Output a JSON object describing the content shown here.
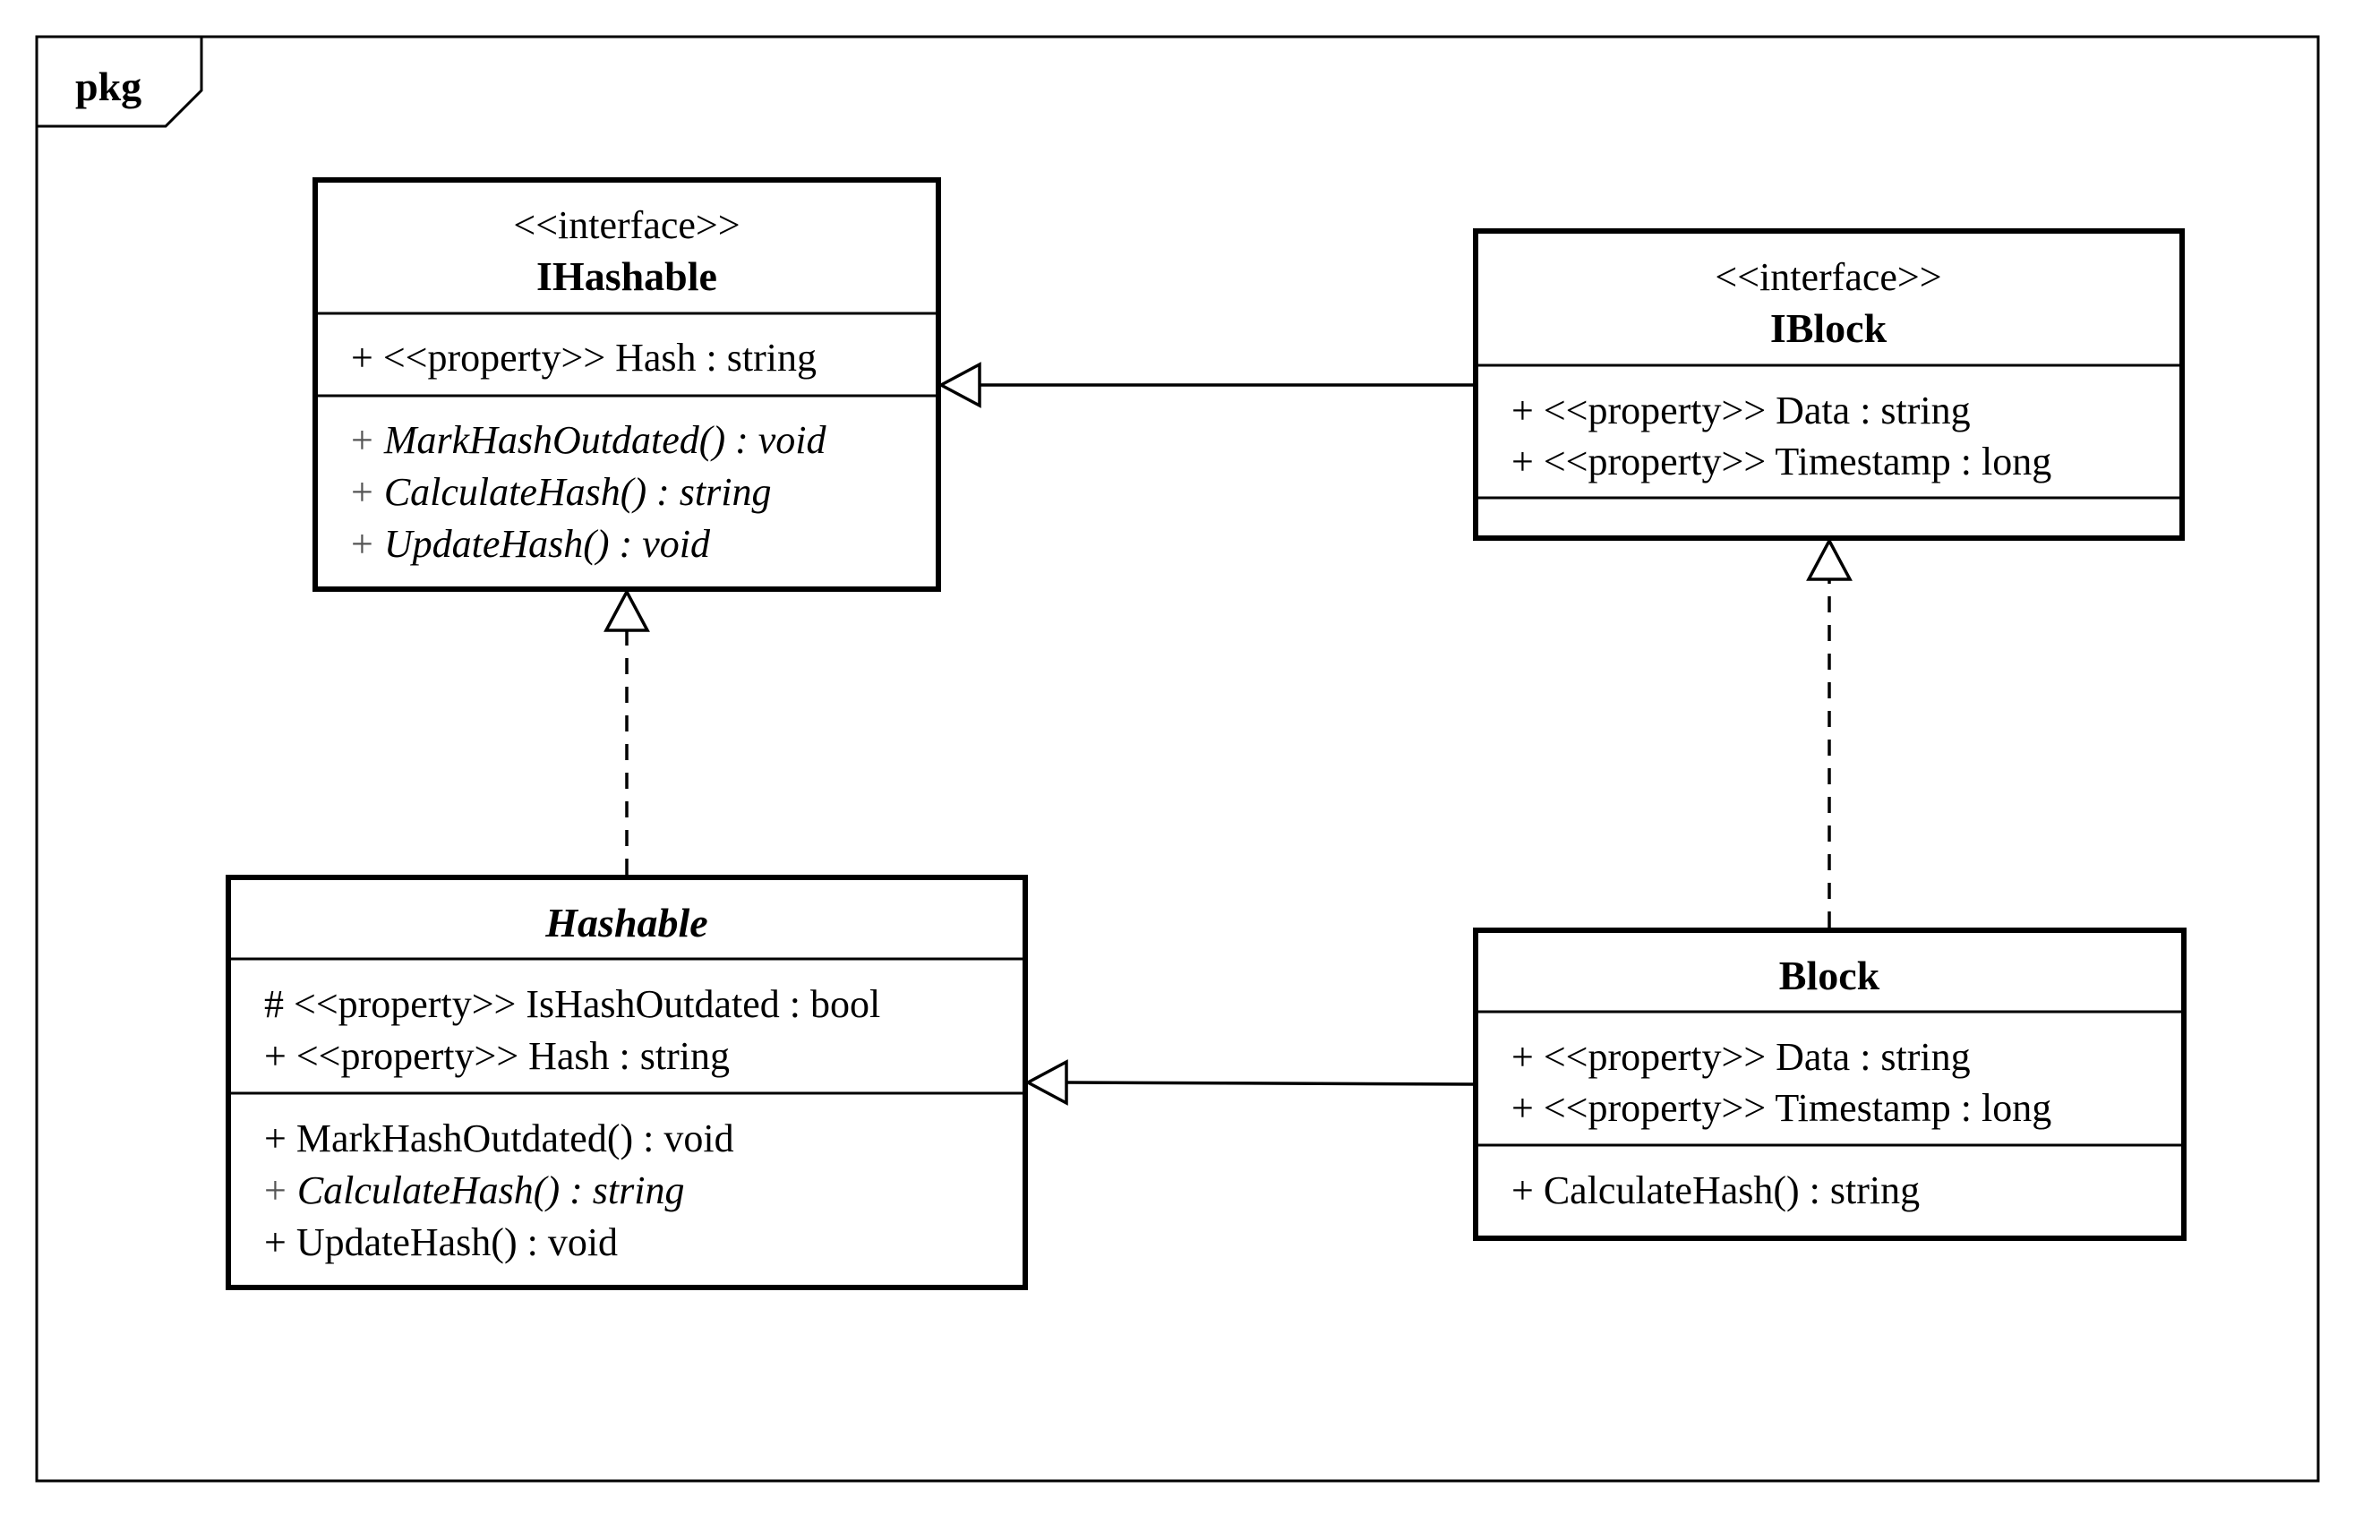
{
  "package": {
    "label": "pkg"
  },
  "classes": {
    "ihashable": {
      "stereotype": "<<interface>>",
      "name": "IHashable",
      "attributes": [
        "+ <<property>> Hash : string"
      ],
      "operations": [
        {
          "vis": "+",
          "text": "MarkHashOutdated() : void"
        },
        {
          "vis": "+",
          "text": "CalculateHash() : string"
        },
        {
          "vis": "+",
          "text": "UpdateHash() : void"
        }
      ]
    },
    "iblock": {
      "stereotype": "<<interface>>",
      "name": "IBlock",
      "attributes": [
        "+ <<property>> Data : string",
        "+ <<property>> Timestamp : long"
      ],
      "operations": []
    },
    "hashable": {
      "name": "Hashable",
      "attributes": [
        "# <<property>> IsHashOutdated : bool",
        "+ <<property>> Hash : string"
      ],
      "operations": [
        "+ MarkHashOutdated() : void",
        {
          "vis": "+",
          "text": "CalculateHash() : string"
        },
        "+ UpdateHash() : void"
      ]
    },
    "block": {
      "name": "Block",
      "attributes": [
        "+ <<property>> Data : string",
        "+ <<property>> Timestamp : long"
      ],
      "operations": [
        "+ CalculateHash() : string"
      ]
    }
  }
}
